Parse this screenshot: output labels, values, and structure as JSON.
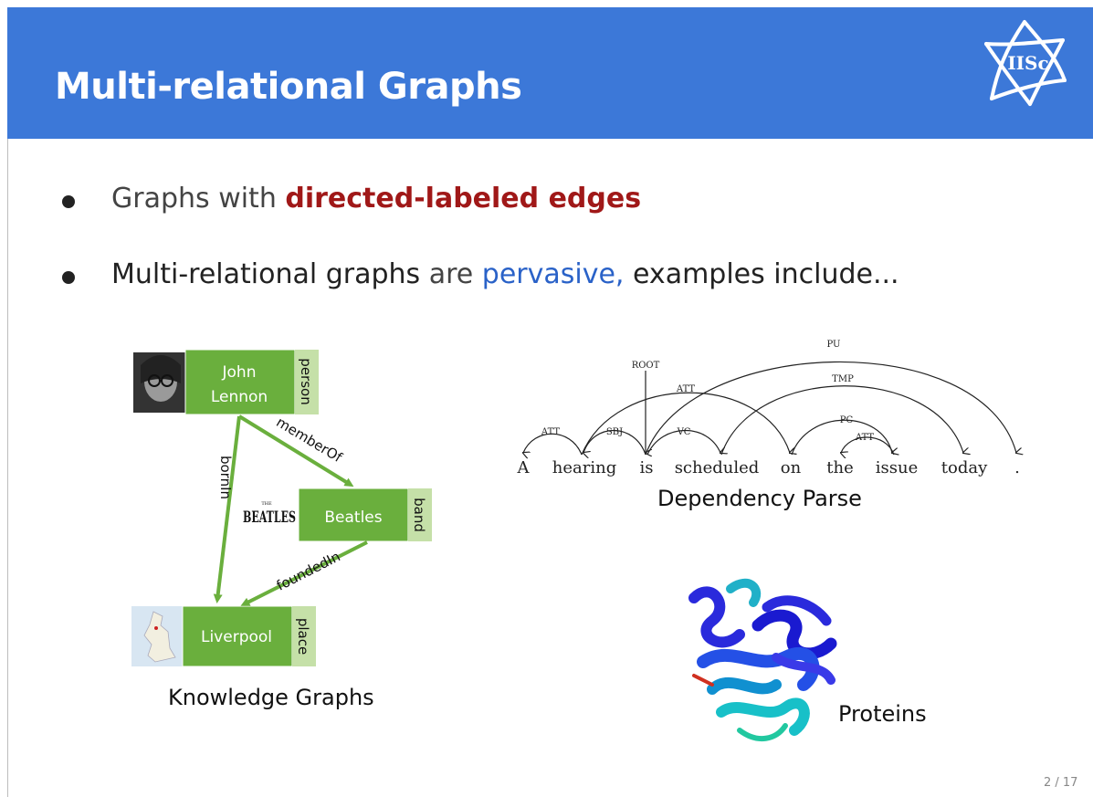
{
  "slide": {
    "title": "Multi-relational Graphs",
    "logo_text": "IISc",
    "page_number": "2 / 17"
  },
  "bullets": [
    {
      "prefix": "Graphs with ",
      "highlight": "directed-labeled edges"
    },
    {
      "part1": "Multi-relational graphs",
      "part2": " are ",
      "part3": "pervasive,",
      "part4": " examples include..."
    }
  ],
  "knowledge_graph": {
    "caption": "Knowledge Graphs",
    "nodes": [
      {
        "label_line1": "John",
        "label_line2": "Lennon",
        "type": "person"
      },
      {
        "label": "Beatles",
        "type": "band",
        "logo_text": "BEATLES",
        "logo_small": "THE"
      },
      {
        "label": "Liverpool",
        "type": "place"
      }
    ],
    "edges": [
      {
        "label": "memberOf"
      },
      {
        "label": "bornIn"
      },
      {
        "label": "foundedIn"
      }
    ],
    "colors": {
      "node": "#6aaf3d",
      "type_tag": "#c5e0a8",
      "edge": "#6aaf3d"
    }
  },
  "dependency_parse": {
    "caption": "Dependency Parse",
    "words": [
      "A",
      "hearing",
      "is",
      "scheduled",
      "on",
      "the",
      "issue",
      "today",
      "."
    ],
    "arcs": [
      "ROOT",
      "PU",
      "ATT",
      "TMP",
      "ATT",
      "SBJ",
      "VC",
      "PC",
      "ATT"
    ]
  },
  "proteins": {
    "caption": "Proteins"
  }
}
